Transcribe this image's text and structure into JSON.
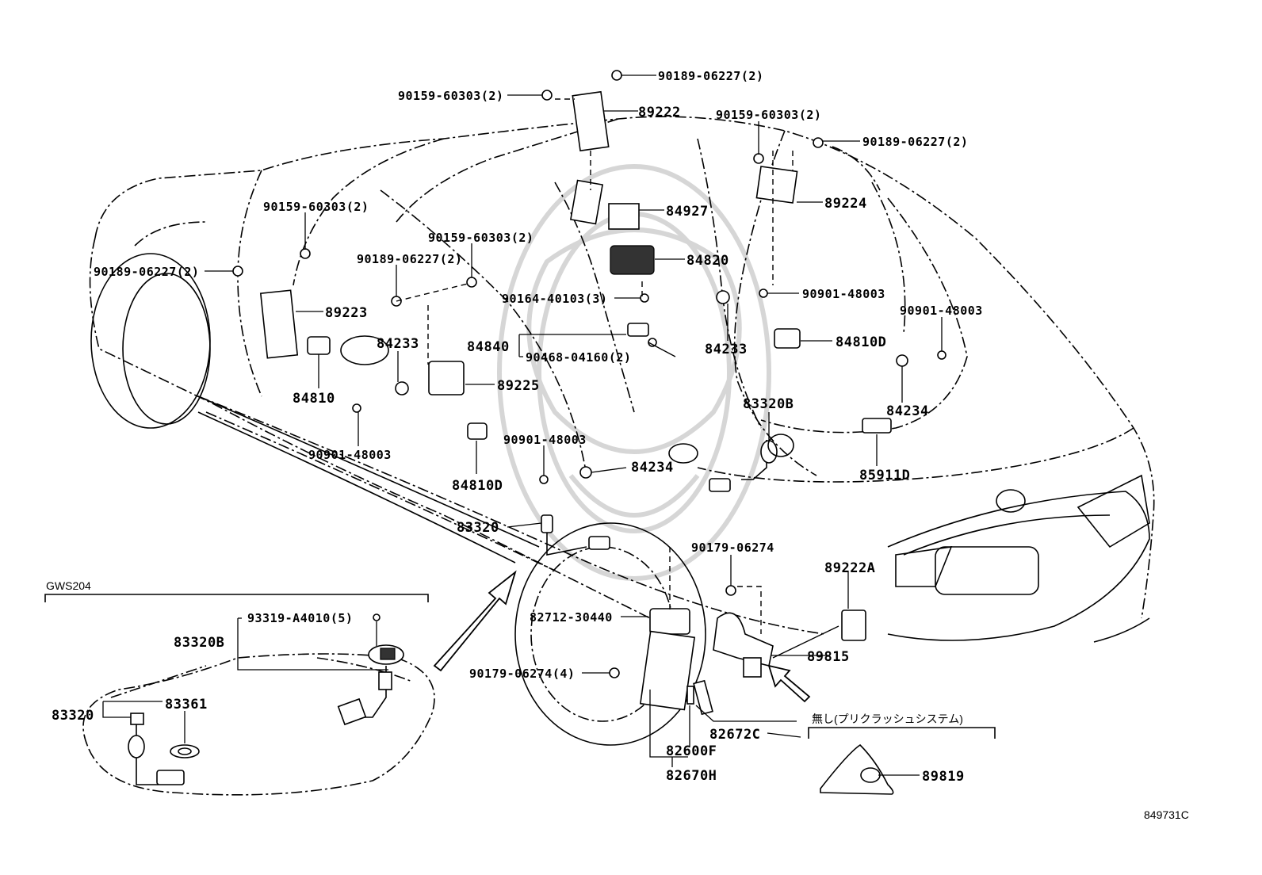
{
  "drawing_id": "849731C",
  "inset": {
    "title": "GWS204",
    "labels": [
      "93319-A4010(5)",
      "83320B",
      "83320",
      "83361"
    ]
  },
  "note": {
    "text": "無し(プリクラッシュシステム)",
    "part": "89819"
  },
  "callouts": [
    "90189-06227(2)",
    "90159-60303(2)",
    "89222",
    "90159-60303(2)",
    "90189-06227(2)",
    "89224",
    "84927",
    "90159-60303(2)",
    "90159-60303(2)",
    "90189-06227(2)",
    "90189-06227(2)",
    "84820",
    "90164-40103(3)",
    "90901-48003",
    "90901-48003",
    "89223",
    "84233",
    "84840",
    "90468-04160(2)",
    "84233",
    "84810D",
    "89225",
    "84810",
    "84234",
    "83320B",
    "90901-48003",
    "90901-48003",
    "84234",
    "84810D",
    "85911D",
    "83320",
    "90179-06274",
    "89222A",
    "82712-30440",
    "89815",
    "90179-06274(4)",
    "82672C",
    "82600F",
    "82670H"
  ]
}
